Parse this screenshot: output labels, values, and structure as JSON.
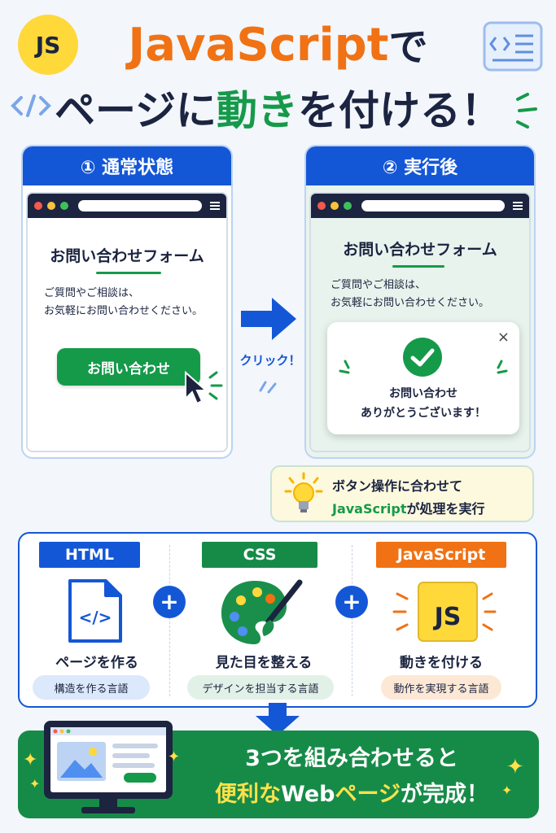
{
  "header": {
    "badge": "JS",
    "title_main": "JavaScript",
    "title_particle": "で",
    "subtitle_pre": "ページに",
    "subtitle_highlight": "動き",
    "subtitle_post": "を付ける！"
  },
  "left_panel": {
    "heading": "① 通常状態",
    "form_title": "お問い合わせフォーム",
    "form_text_1": "ご質問やご相談は、",
    "form_text_2": "お気軽にお問い合わせください。",
    "button_label": "お問い合わせ"
  },
  "arrow": {
    "label": "クリック！"
  },
  "right_panel": {
    "heading": "② 実行後",
    "form_title": "お問い合わせフォーム",
    "form_text_1": "ご質問やご相談は、",
    "form_text_2": "お気軽にお問い合わせください。",
    "popup_close": "×",
    "popup_line_1": "お問い合わせ",
    "popup_line_2": "ありがとうございます！"
  },
  "tip": {
    "line1": "ボタン操作に合わせて",
    "line2_highlight": "JavaScript",
    "line2_rest": "が処理を実行"
  },
  "tech": {
    "plus": "+",
    "html": {
      "label": "HTML",
      "icon": "</>",
      "desc": "ページを作る",
      "pill": "構造を作る言語",
      "color": "#1457d6"
    },
    "css": {
      "label": "CSS",
      "desc": "見た目を整える",
      "pill": "デザインを担当する言語",
      "color": "#168b48"
    },
    "js": {
      "label": "JavaScript",
      "icon": "JS",
      "desc": "動きを付ける",
      "pill": "動作を実現する言語",
      "color": "#f07214"
    }
  },
  "banner": {
    "line1": "3つを組み合わせると",
    "line2_a": "便利な",
    "line2_b": "Web",
    "line2_c": "ページ",
    "line2_d": "が完成！"
  },
  "colors": {
    "primary_blue": "#1457d6",
    "green": "#159a4a",
    "orange": "#f07214",
    "yellow": "#ffd83a",
    "navy": "#1c2440"
  }
}
